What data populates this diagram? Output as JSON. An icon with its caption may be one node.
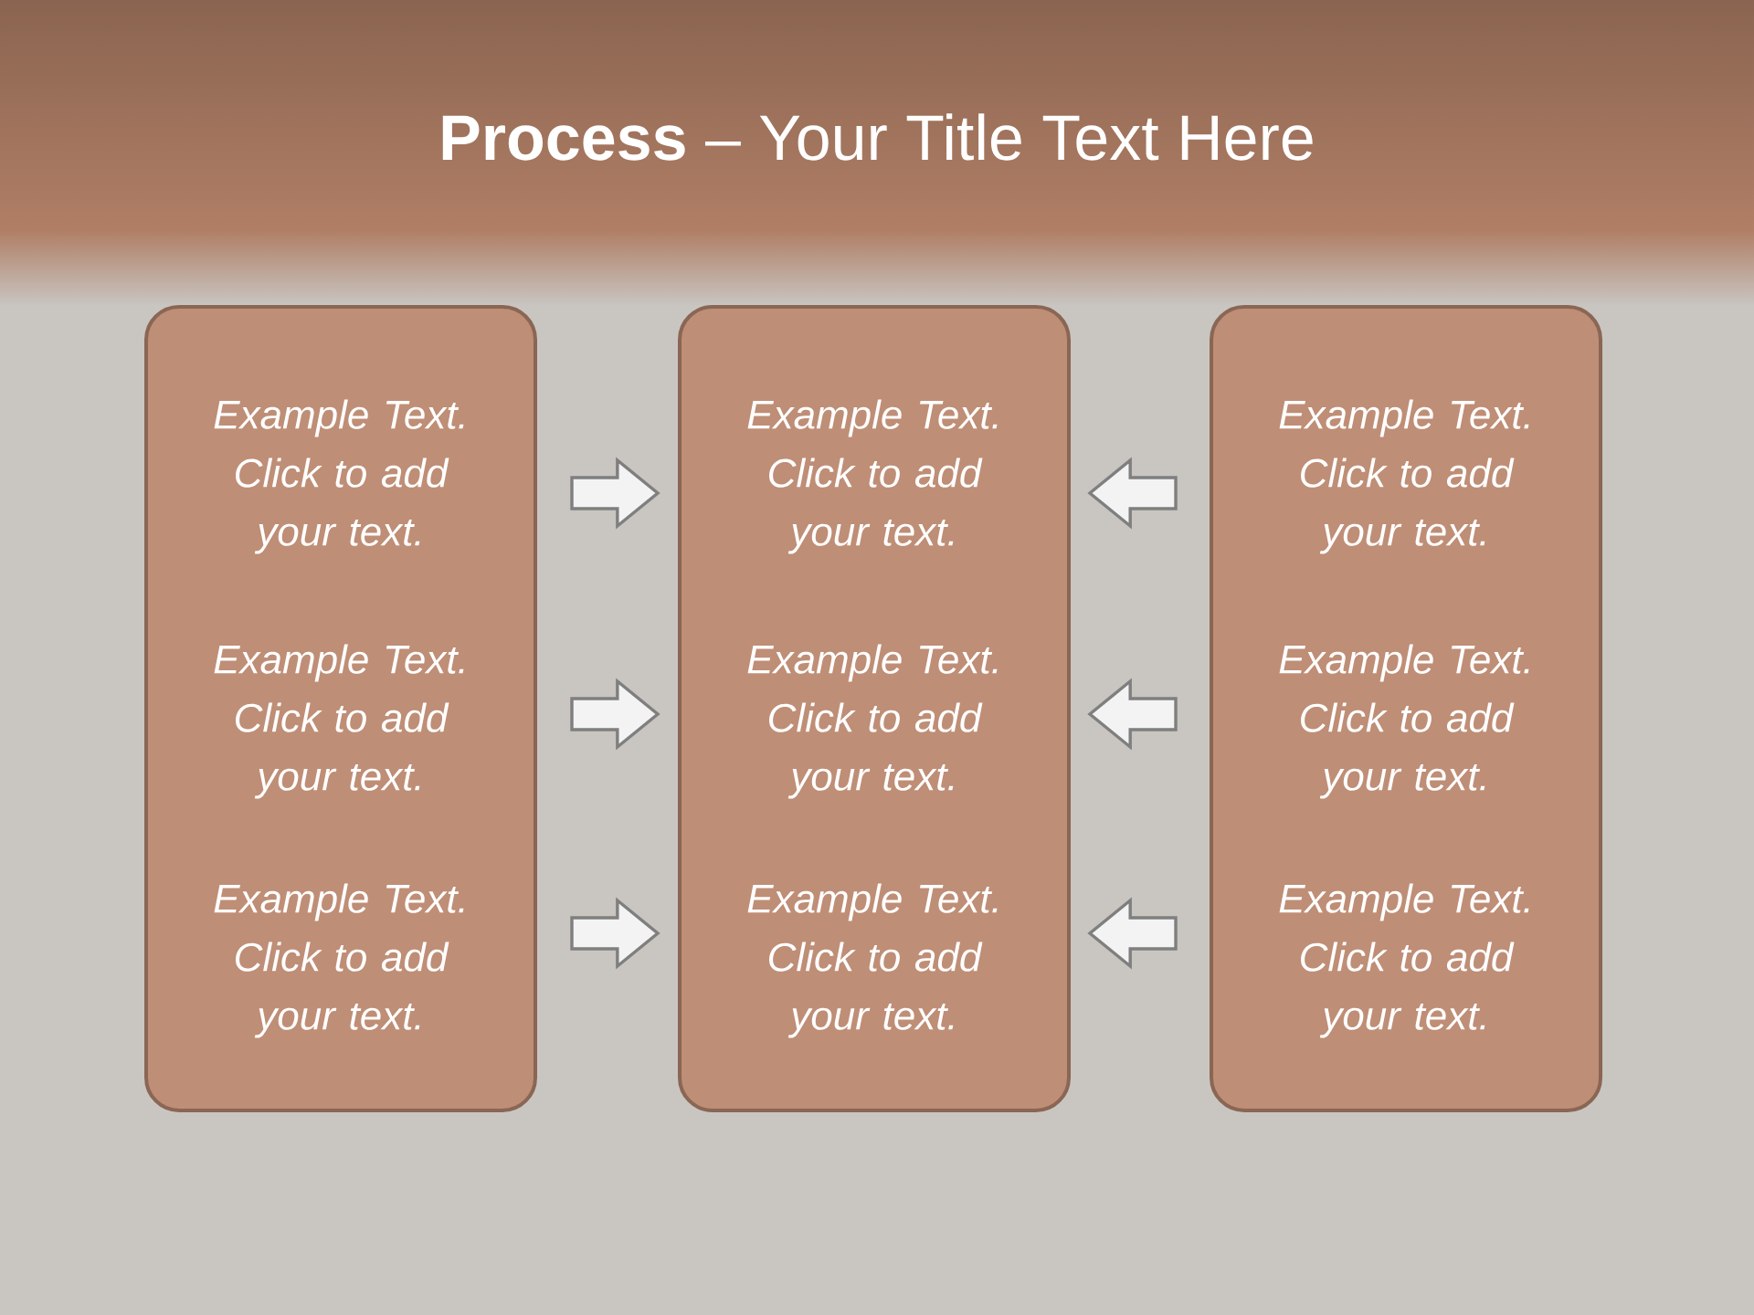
{
  "diagram": {
    "title": "**Process** – Your Title Text Here",
    "nodes": [
      {
        "text": [],
        "shape": "box"
      },
      {
        "text": [
          "Example Text. Click to add your text."
        ],
        "in": 0
      },
      {
        "text": [
          "Example Text. Click to add your text."
        ],
        "in": 0
      },
      {
        "text": [
          "Example Text. Click to add your text."
        ],
        "in": 0
      },
      {
        "text": [],
        "shape": "box"
      },
      {
        "text": [
          "Example Text. Click to add your text."
        ],
        "in": 4
      },
      {
        "text": [
          "Example Text. Click to add your text."
        ],
        "in": 4
      },
      {
        "text": [
          "Example Text. Click to add your text."
        ],
        "in": 4
      },
      {
        "text": [],
        "shape": "box"
      },
      {
        "text": [
          "Example Text. Click to add your text."
        ],
        "in": 8
      },
      {
        "text": [
          "Example Text. Click to add your text."
        ],
        "in": 8
      },
      {
        "text": [
          "Example Text. Click to add your text."
        ],
        "in": 8
      }
    ],
    "edges": [
      {
        "from": 0,
        "to": 4,
        "arrow": "to"
      },
      {
        "from": 0,
        "to": 4,
        "arrow": "to"
      },
      {
        "from": 0,
        "to": 4,
        "arrow": "to"
      },
      {
        "from": 8,
        "to": 4,
        "arrow": "to"
      },
      {
        "from": 8,
        "to": 4,
        "arrow": "to"
      },
      {
        "from": 8,
        "to": 4,
        "arrow": "to"
      }
    ]
  }
}
